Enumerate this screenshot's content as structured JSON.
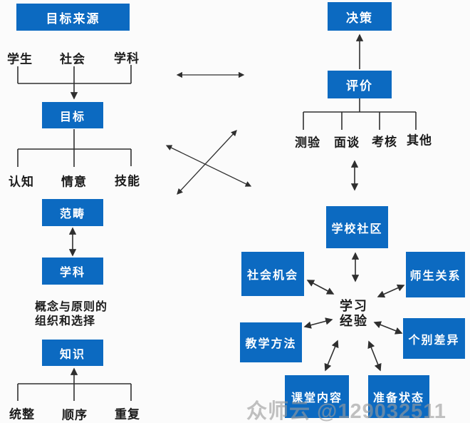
{
  "colors": {
    "box": "#0c6ac1",
    "box_text": "#ffffff",
    "line": "#2f2f2f",
    "text": "#1b1b1b",
    "watermark": "#9b9b9b",
    "bg": "#fbfbfb"
  },
  "left_flow": {
    "source": "目标来源",
    "source_children": [
      "学生",
      "社会",
      "学科"
    ],
    "goal": "目标",
    "goal_children": [
      "认知",
      "情意",
      "技能"
    ],
    "category": "范畴",
    "subject": "学科",
    "note_line1": "概念与原则的",
    "note_line2": "组织和选择",
    "knowledge": "知识",
    "knowledge_children": [
      "统整",
      "顺序",
      "重复"
    ]
  },
  "right_flow": {
    "decision": "决策",
    "evaluation": "评价",
    "methods": [
      "测验",
      "面谈",
      "考核",
      "其他"
    ],
    "school_community": "学校社区",
    "center_line1": "学习",
    "center_line2": "经验",
    "social_opportunity": "社会机会",
    "teacher_student_relation": "师生关系",
    "teaching_method": "教学方法",
    "individual_difference": "个别差异",
    "classroom_content": "课堂内容",
    "readiness_state": "准备状态"
  },
  "watermark": {
    "text": "众师云 @129032511"
  }
}
